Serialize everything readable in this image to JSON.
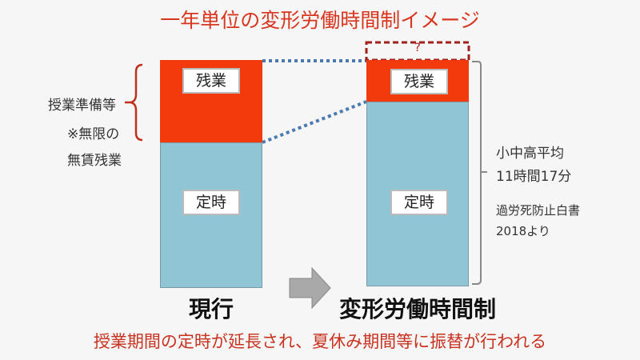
{
  "title": "一年単位の変形労働時間制イメージ",
  "left": {
    "overtime": "残業",
    "regular": "定時",
    "caption": "現行",
    "note1": "授業準備等",
    "note2": "※無限の",
    "note3": "無賃残業"
  },
  "right": {
    "overtime": "残業",
    "regular": "定時",
    "caption": "変形労働時間制",
    "unknown": "?",
    "avg_label": "小中高平均",
    "avg_value": "11時間17分",
    "source1": "過労死防止白書",
    "source2": "2018より"
  },
  "footer": "授業期間の定時が延長され、夏休み期間等に振替が行われる",
  "colors": {
    "overtime": "#f23a0c",
    "regular": "#8fc5d5",
    "accent": "#d8361f"
  }
}
